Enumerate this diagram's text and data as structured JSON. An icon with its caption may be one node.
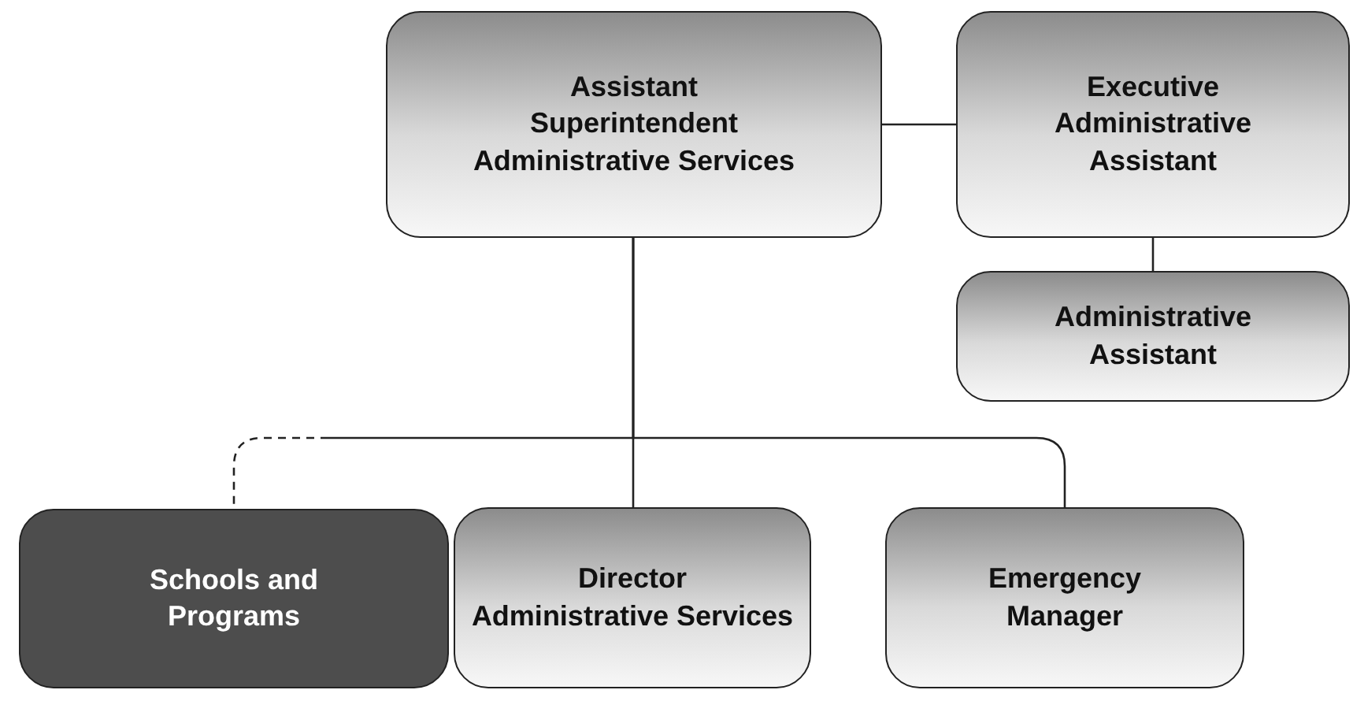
{
  "diagram": {
    "nodes": [
      {
        "text": [
          "Assistant Superintendent",
          "Administrative Services"
        ]
      },
      {
        "text": [
          "Executive Administrative Assistant"
        ]
      },
      {
        "text": [
          "Administrative Assistant"
        ]
      },
      {
        "text": [
          "Schools and Programs"
        ]
      },
      {
        "text": [
          "Director",
          "Administrative Services"
        ]
      },
      {
        "text": [
          "Emergency Manager"
        ]
      }
    ],
    "edges": [
      {
        "from": 0,
        "to": 1,
        "arrow": "none"
      },
      {
        "from": 1,
        "to": 2,
        "arrow": "none"
      },
      {
        "from": 0,
        "to": 3,
        "arrow": "none",
        "style": "dashed"
      },
      {
        "from": 0,
        "to": 4,
        "arrow": "none"
      },
      {
        "from": 0,
        "to": 5,
        "arrow": "none"
      }
    ]
  }
}
